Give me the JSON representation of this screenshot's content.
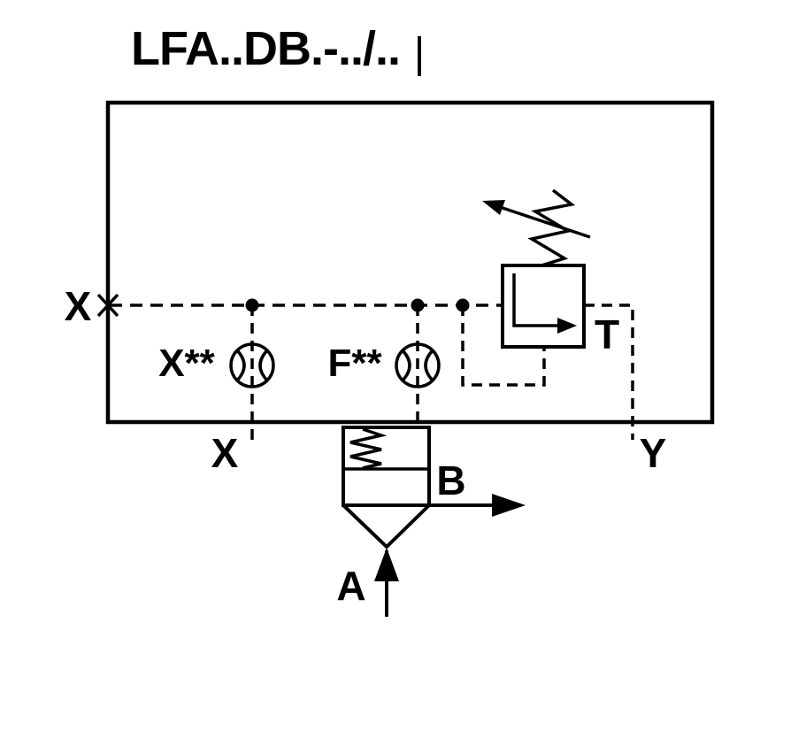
{
  "title": "LFA..DB.-../..",
  "ports": {
    "x_left": "X",
    "x_bottom": "X",
    "y": "Y",
    "t": "T",
    "b": "B",
    "a": "A"
  },
  "orifices": {
    "x": "X**",
    "f": "F**"
  },
  "colors": {
    "line": "#000000",
    "background": "#ffffff"
  }
}
